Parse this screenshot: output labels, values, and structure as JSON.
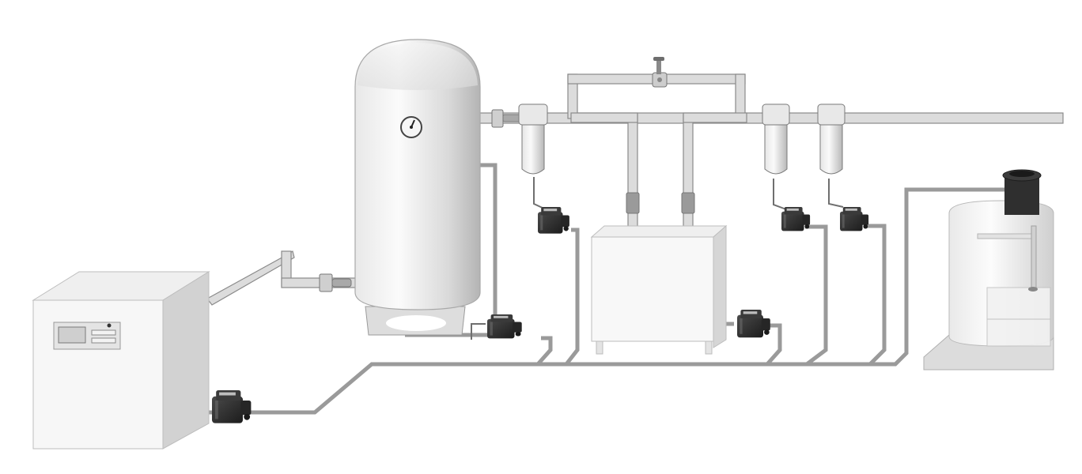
{
  "diagram": {
    "colors": {
      "pipe_fill": "#dcdcdc",
      "pipe_stroke": "#8a8a8a",
      "drain_line": "#9a9a9a",
      "equipment_light": "#f2f2f2",
      "equipment_shadow": "#bdbdbd",
      "drain_unit": "#2e2e2e",
      "background": "#ffffff"
    },
    "components": [
      {
        "id": "compressor",
        "icon": "compressor-cabinet-icon"
      },
      {
        "id": "receiver-tank",
        "icon": "air-receiver-tank-icon"
      },
      {
        "id": "pressure-gauge",
        "icon": "pressure-gauge-icon"
      },
      {
        "id": "pre-filter",
        "icon": "inline-filter-icon"
      },
      {
        "id": "refrigerated-dryer",
        "icon": "air-dryer-icon"
      },
      {
        "id": "bypass-valve",
        "icon": "valve-icon"
      },
      {
        "id": "line-filter-1",
        "icon": "inline-filter-icon"
      },
      {
        "id": "line-filter-2",
        "icon": "inline-filter-icon"
      },
      {
        "id": "oil-water-separator",
        "icon": "oil-water-separator-icon"
      },
      {
        "id": "drain-units",
        "icon": "condensate-drain-icon",
        "count": 7
      }
    ],
    "drain_unit_labels": [
      "",
      "",
      "",
      "",
      "",
      "",
      ""
    ]
  }
}
